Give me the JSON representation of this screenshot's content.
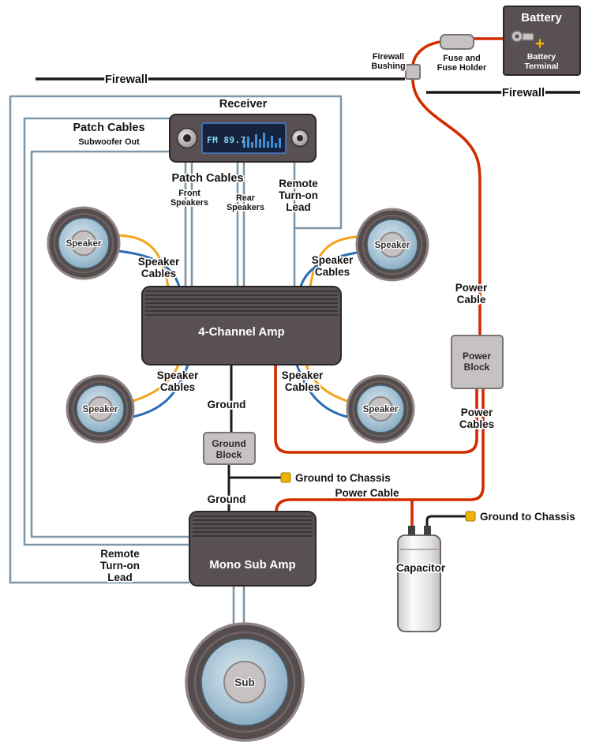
{
  "colors": {
    "wire_power": "#d22b00",
    "wire_signal": "#7e97a8",
    "wire_ground": "#1e1a1a",
    "wire_speaker_a": "#f2a41a",
    "wire_speaker_b": "#2a6cb5",
    "device_dark": "#585052",
    "block_gray": "#c6c2c2",
    "connector_gold": "#f0b400"
  },
  "battery": {
    "title": "Battery",
    "plus": "+",
    "terminal_line1": "Battery",
    "terminal_line2": "Terminal"
  },
  "fuse": {
    "line1": "Fuse and",
    "line2": "Fuse Holder"
  },
  "bushing": {
    "line1": "Firewall",
    "line2": "Bushing"
  },
  "firewall": {
    "left": "Firewall",
    "right": "Firewall"
  },
  "receiver": {
    "title": "Receiver",
    "display": "FM 89.7"
  },
  "patch_left": {
    "line1": "Patch Cables",
    "line2": "Subwoofer Out"
  },
  "patch_bottom": {
    "title": "Patch Cables",
    "front_line1": "Front",
    "front_line2": "Speakers",
    "rear_line1": "Rear",
    "rear_line2": "Speakers"
  },
  "remote_top": {
    "line1": "Remote",
    "line2": "Turn-on",
    "line3": "Lead"
  },
  "remote_bottom": {
    "line1": "Remote",
    "line2": "Turn-on",
    "line3": "Lead"
  },
  "speakers": {
    "front_left": "Speaker",
    "front_right": "Speaker",
    "rear_left": "Speaker",
    "rear_right": "Speaker"
  },
  "speaker_cables": {
    "line1": "Speaker",
    "line2": "Cables"
  },
  "amp4": {
    "label": "4-Channel Amp"
  },
  "mono_amp": {
    "label": "Mono Sub Amp"
  },
  "power": {
    "cable_line1": "Power",
    "cable_line2": "Cable",
    "block_line1": "Power",
    "block_line2": "Block",
    "cables_line1": "Power",
    "cables_line2": "Cables",
    "cable_mono": "Power Cable"
  },
  "ground": {
    "label_top": "Ground",
    "block_line1": "Ground",
    "block_line2": "Block",
    "chassis_mid": "Ground to Chassis",
    "label_bottom": "Ground",
    "chassis_right": "Ground to Chassis"
  },
  "capacitor": {
    "label": "Capacitor"
  },
  "sub": {
    "label": "Sub"
  }
}
